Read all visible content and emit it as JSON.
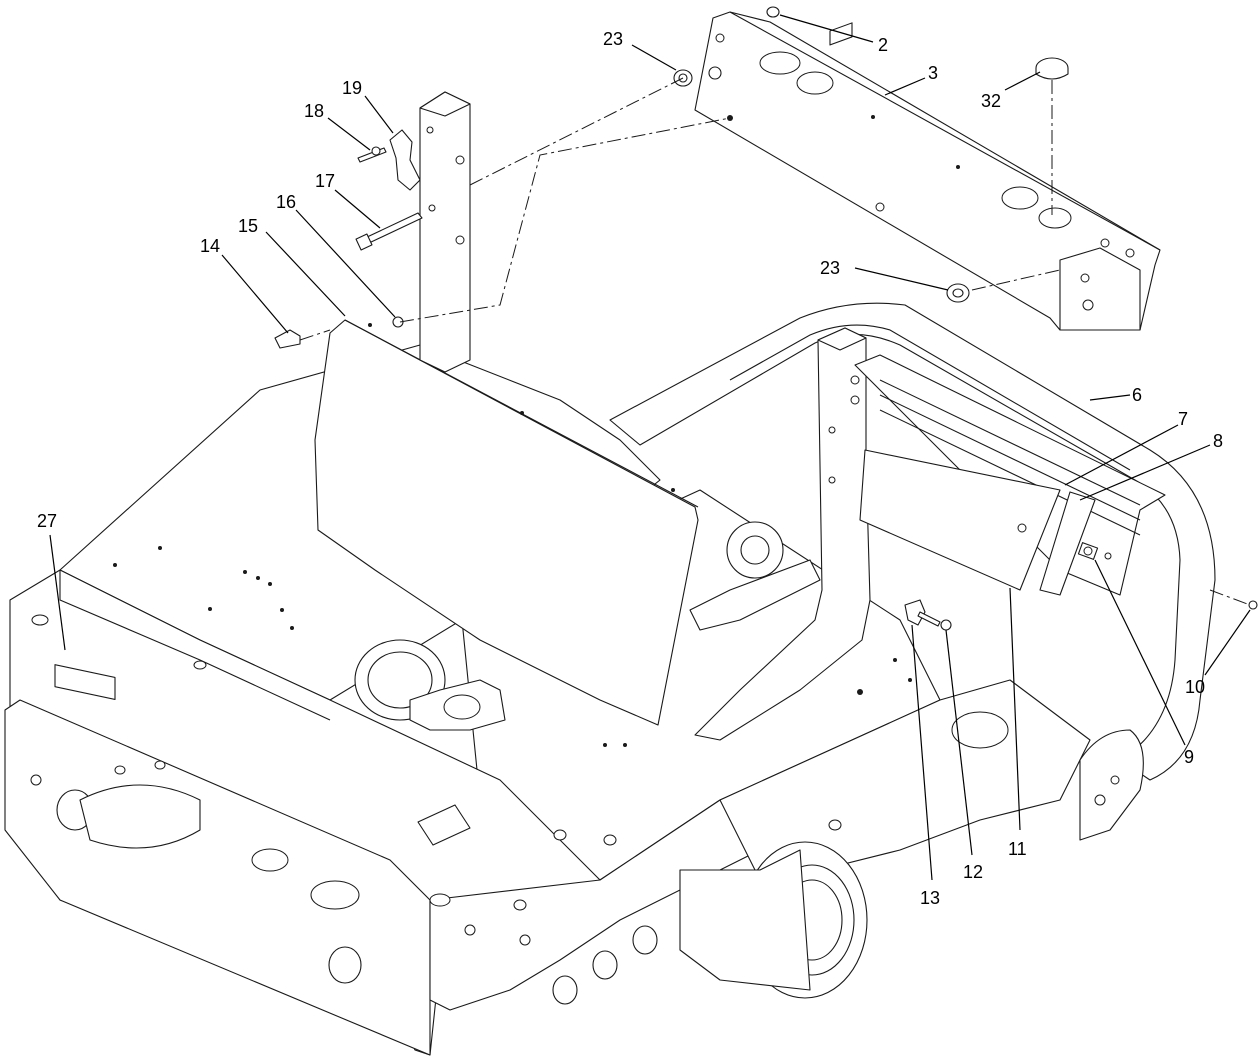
{
  "callouts": [
    {
      "id": "c2",
      "text": "2"
    },
    {
      "id": "c3",
      "text": "3"
    },
    {
      "id": "c6",
      "text": "6"
    },
    {
      "id": "c7",
      "text": "7"
    },
    {
      "id": "c8",
      "text": "8"
    },
    {
      "id": "c9",
      "text": "9"
    },
    {
      "id": "c10",
      "text": "10"
    },
    {
      "id": "c11",
      "text": "11"
    },
    {
      "id": "c12",
      "text": "12"
    },
    {
      "id": "c13",
      "text": "13"
    },
    {
      "id": "c14",
      "text": "14"
    },
    {
      "id": "c15",
      "text": "15"
    },
    {
      "id": "c16",
      "text": "16"
    },
    {
      "id": "c17",
      "text": "17"
    },
    {
      "id": "c18",
      "text": "18"
    },
    {
      "id": "c19",
      "text": "19"
    },
    {
      "id": "c23a",
      "text": "23"
    },
    {
      "id": "c23b",
      "text": "23"
    },
    {
      "id": "c27",
      "text": "27"
    },
    {
      "id": "c32",
      "text": "32"
    }
  ]
}
